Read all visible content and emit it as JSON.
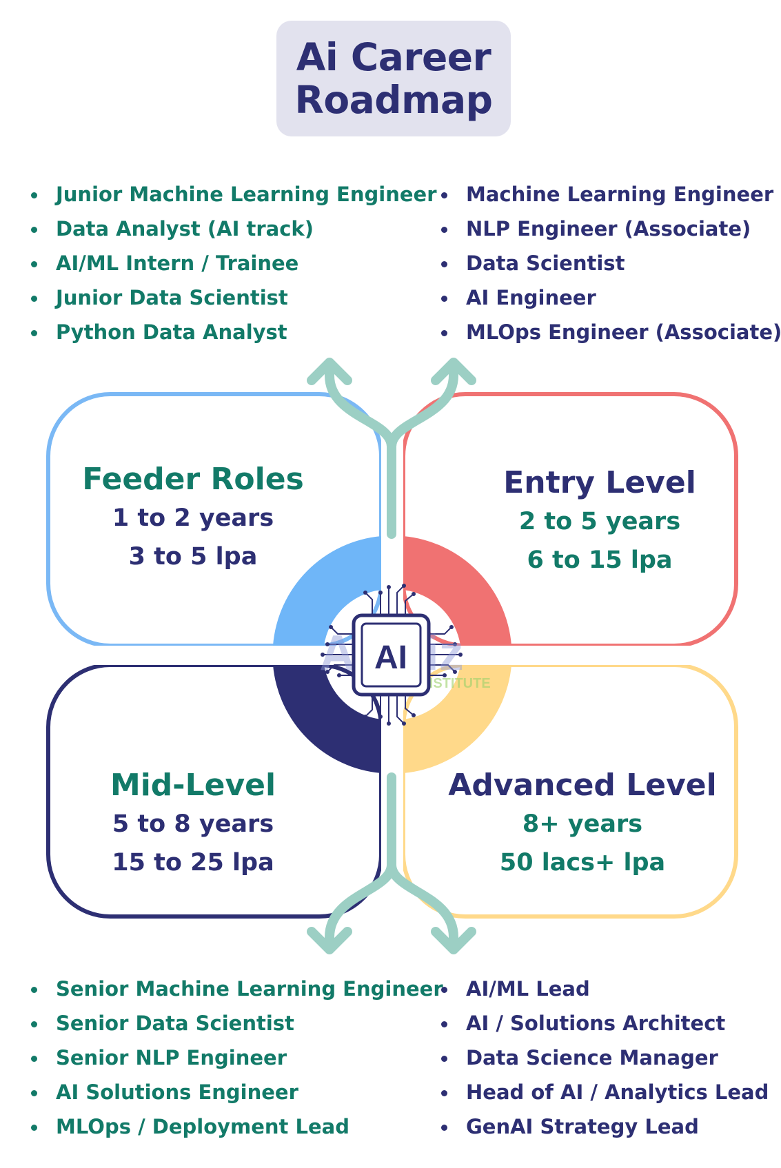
{
  "title": {
    "line1": "Ai Career",
    "line2": "Roadmap"
  },
  "center_badge": {
    "label": "AI",
    "watermark": "Avidiz",
    "watermark_sub": "INSTITUTE"
  },
  "levels": {
    "feeder": {
      "title": "Feeder Roles",
      "years": "1 to 2 years",
      "salary": "3 to 5 lpa",
      "border_color": "#7ab8f5"
    },
    "entry": {
      "title": "Entry Level",
      "years": "2 to 5 years",
      "salary": "6 to 15 lpa",
      "border_color": "#f07272"
    },
    "mid": {
      "title": "Mid-Level",
      "years": "5 to 8 years",
      "salary": "15 to 25 lpa",
      "border_color": "#2d2f73"
    },
    "advanced": {
      "title": "Advanced Level",
      "years": "8+ years",
      "salary": "50 lacs+ lpa",
      "border_color": "#ffd98a"
    }
  },
  "roles": {
    "feeder": [
      "Junior Machine Learning Engineer",
      "Data Analyst (AI track)",
      "AI/ML Intern / Trainee",
      "Junior Data Scientist",
      "Python Data Analyst"
    ],
    "entry": [
      "Machine Learning Engineer",
      "NLP Engineer (Associate)",
      "Data Scientist",
      "AI Engineer",
      "MLOps Engineer (Associate)"
    ],
    "mid": [
      "Senior Machine Learning Engineer",
      "Senior Data Scientist",
      "Senior NLP Engineer",
      "AI Solutions Engineer",
      "MLOps / Deployment Lead"
    ],
    "advanced": [
      "AI/ML Lead",
      "AI / Solutions Architect",
      "Data Science Manager",
      "Head of AI / Analytics Lead",
      "GenAI Strategy Lead"
    ]
  },
  "colors": {
    "teal_text": "#127a68",
    "navy_text": "#2d2f73",
    "arrow": "#9ccfc4",
    "title_bg": "#e2e2ee"
  }
}
